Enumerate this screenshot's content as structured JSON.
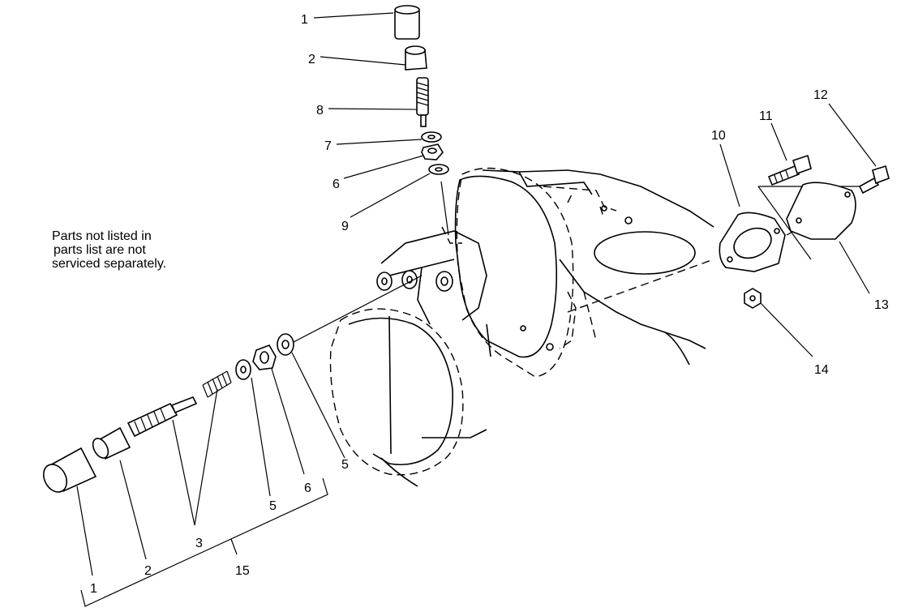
{
  "note": {
    "line1": "Parts not listed in",
    "line2": "parts list are not",
    "line3": "serviced separately."
  },
  "callouts": {
    "top_1": "1",
    "top_2": "2",
    "top_8": "8",
    "top_7": "7",
    "top_6": "6",
    "top_9": "9",
    "c10": "10",
    "c11": "11",
    "c12": "12",
    "c13": "13",
    "c14": "14",
    "bottom_5a": "5",
    "bottom_6": "6",
    "bottom_5b": "5",
    "bottom_3": "3",
    "bottom_2": "2",
    "bottom_1": "1",
    "bottom_15": "15"
  }
}
